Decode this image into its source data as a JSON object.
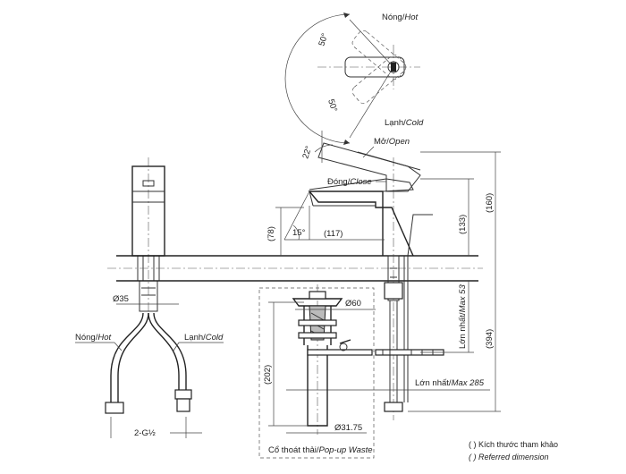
{
  "labels": {
    "hot_top": "Nóng/",
    "hot_top_it": "Hot",
    "cold_top": "Lạnh/",
    "cold_top_it": "Cold",
    "angle_50_a": "50°",
    "angle_50_b": "50°",
    "open": "Mở/",
    "open_it": "Open",
    "close": "Đóng/",
    "close_it": "Close",
    "angle_22": "22°",
    "angle_15": "15°",
    "dim_78": "(78)",
    "dim_117": "(117)",
    "dim_133": "(133)",
    "dim_160": "(160)",
    "dim_394": "(394)",
    "dim_202": "(202)",
    "max_53": "Lớn nhất/",
    "max_53_it": "Max 53",
    "max_285": "Lớn nhất/",
    "max_285_it": "Max 285",
    "d35": "Ø35",
    "d60": "Ø60",
    "d3175": "Ø31.75",
    "hot_left": "Nóng/",
    "hot_left_it": "Hot",
    "cold_left": "Lạnh/",
    "cold_left_it": "Cold",
    "thread": "2-G½",
    "waste": "Cổ thoát thải/",
    "waste_it": "Pop-up Waste"
  },
  "legend": {
    "line1": "( ) Kích thước tham khảo",
    "line2": "( ) Referred dimension"
  }
}
